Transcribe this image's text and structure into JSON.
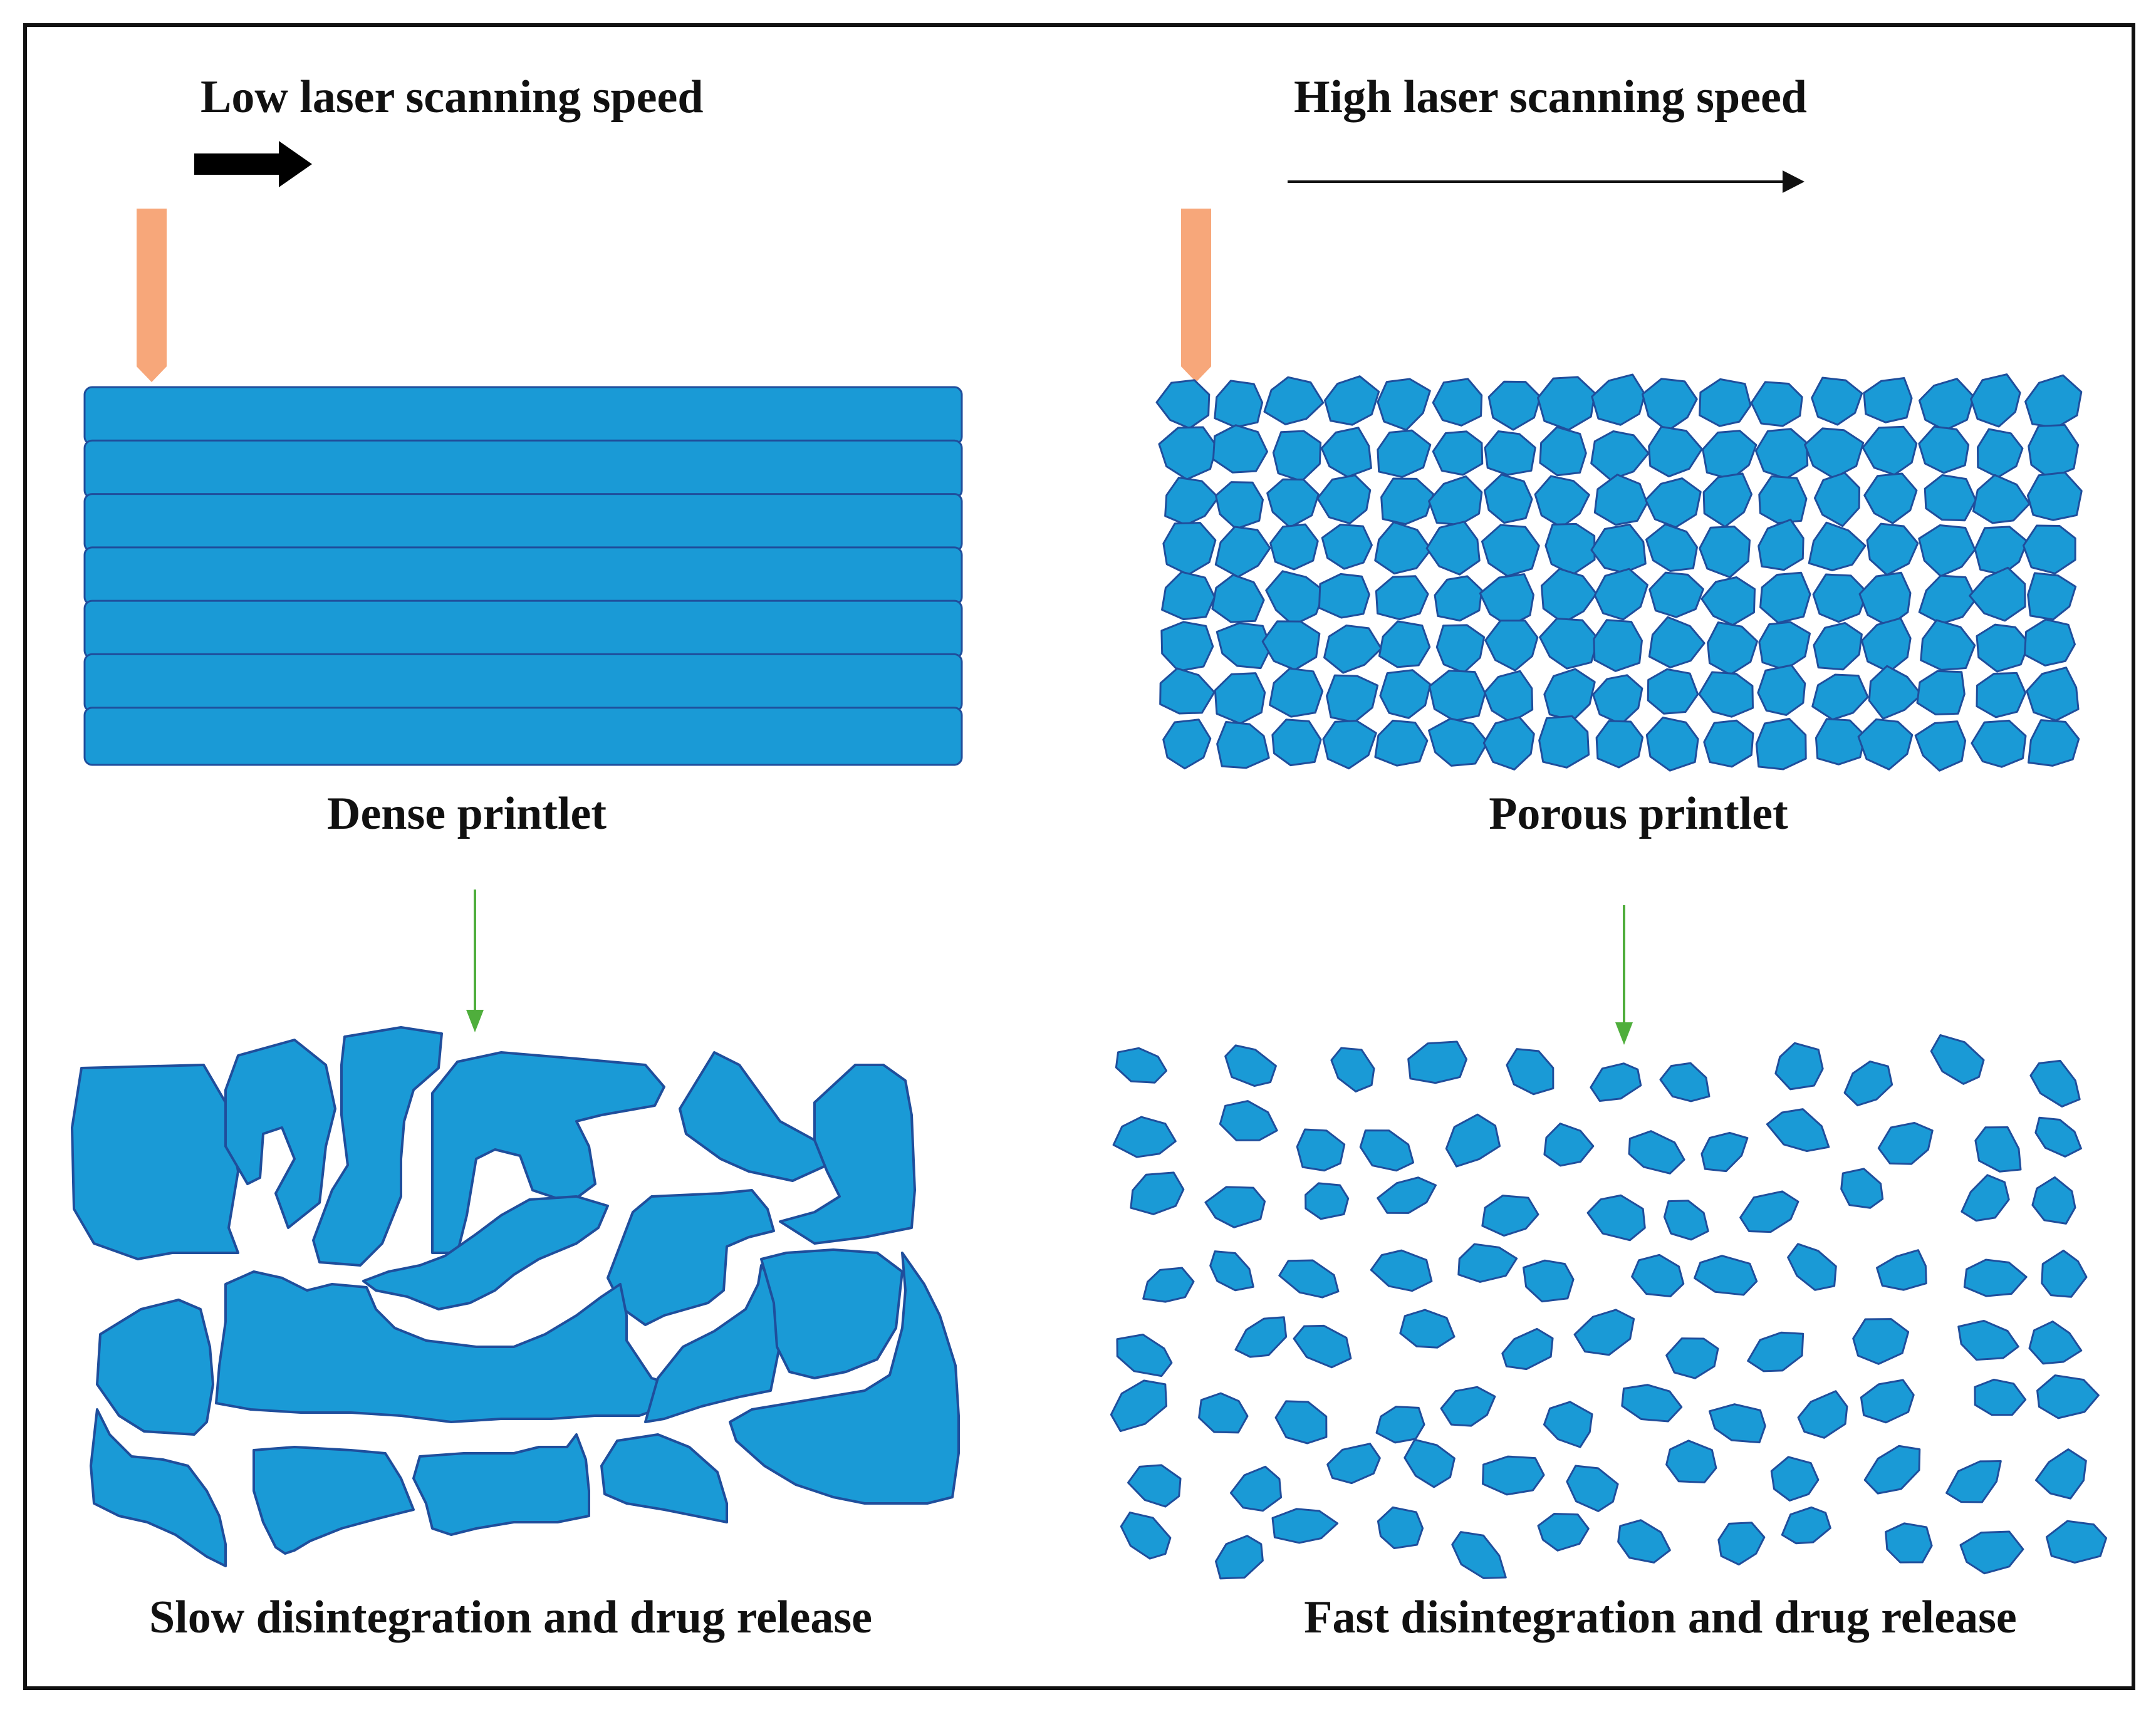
{
  "labels": {
    "low_speed": "Low laser scanning speed",
    "high_speed": "High laser scanning speed",
    "dense": "Dense printlet",
    "porous": "Porous printlet",
    "slow": "Slow disintegration and drug release",
    "fast": "Fast disintegration and drug release"
  },
  "colors": {
    "particle_fill": "#1a9ad6",
    "particle_stroke": "#1f4e9c",
    "laser": "#f7a77a",
    "arrow_green": "#4fae3c",
    "frame": "#111111"
  },
  "icons": {
    "laser": "laser-beam-icon",
    "thick_arrow": "thick-right-arrow-icon",
    "thin_arrow": "thin-right-arrow-icon",
    "down_arrow": "down-arrow-icon"
  }
}
